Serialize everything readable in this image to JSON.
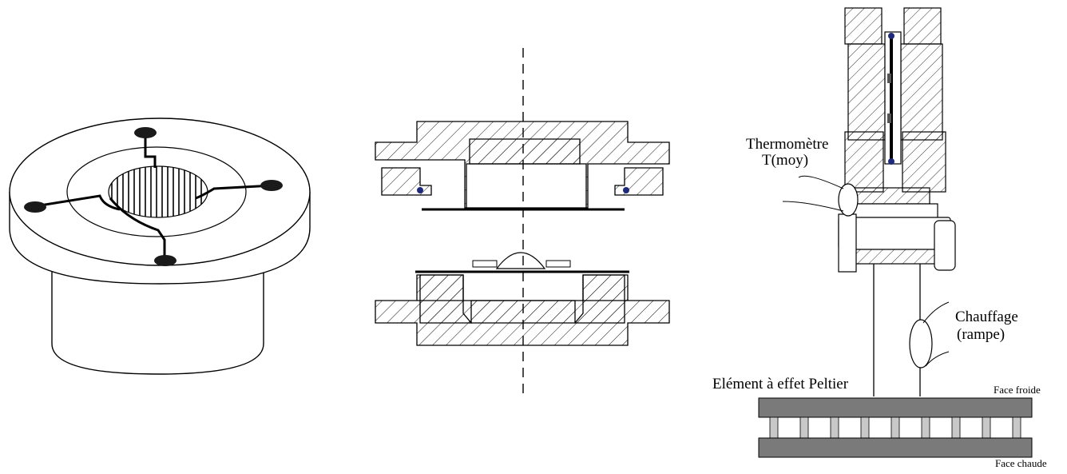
{
  "labels": {
    "thermometer_line1": "Thermomètre",
    "thermometer_line2": "T(moy)",
    "heating_line1": "Chauffage",
    "heating_line2": "(rampe)",
    "peltier": "Elément à effet Peltier",
    "cold_face": "Face froide",
    "hot_face": "Face chaude"
  },
  "colors": {
    "line": "#000000",
    "hatch": "#000000",
    "oring": "#1f2a7a",
    "peltier_plate": "#7a7a7a",
    "peltier_leg": "#c8c8c8",
    "electrode": "#1a1a1a"
  }
}
